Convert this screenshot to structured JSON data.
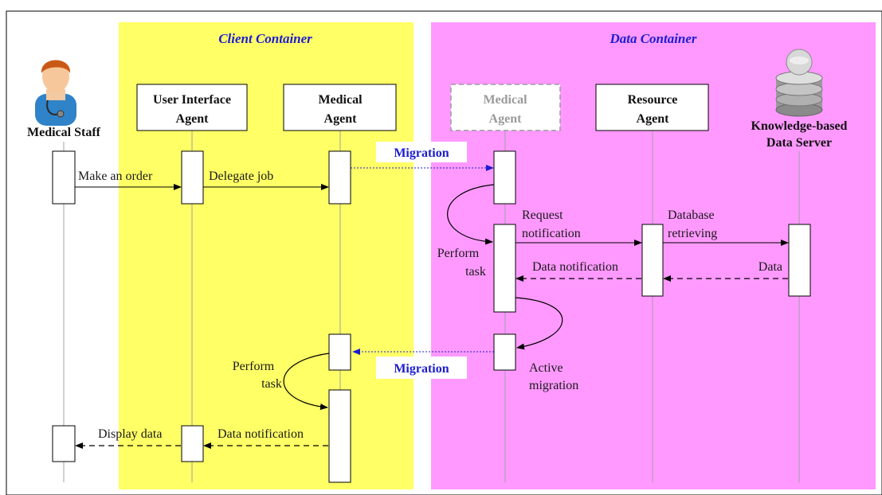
{
  "containers": {
    "client": {
      "title": "Client Container",
      "color": "#ffff66"
    },
    "data": {
      "title": "Data Container",
      "color": "#ff99ff"
    }
  },
  "actors": {
    "medical_staff": {
      "label": "Medical Staff"
    },
    "ui_agent": {
      "line1": "User Interface",
      "line2": "Agent"
    },
    "medical_agent": {
      "line1": "Medical",
      "line2": "Agent"
    },
    "medical_agent_ghost": {
      "line1": "Medical",
      "line2": "Agent"
    },
    "resource_agent": {
      "line1": "Resource",
      "line2": "Agent"
    },
    "data_server": {
      "line1": "Knowledge-based",
      "line2": "Data Server"
    }
  },
  "messages": {
    "make_order": "Make an order",
    "delegate_job": "Delegate job",
    "migration_1": "Migration",
    "request_1": "Request",
    "request_2": "notification",
    "db_1": "Database",
    "db_2": "retrieving",
    "perform_1": "Perform",
    "perform_2": "task",
    "data_notification_1": "Data notification",
    "data": "Data",
    "active_1": "Active",
    "active_2": "migration",
    "migration_2": "Migration",
    "perform_b_1": "Perform",
    "perform_b_2": "task",
    "display_data": "Display data",
    "data_notification_2": "Data notification"
  },
  "icons": {
    "staff": "doctor-icon",
    "server": "database-stack-icon"
  }
}
